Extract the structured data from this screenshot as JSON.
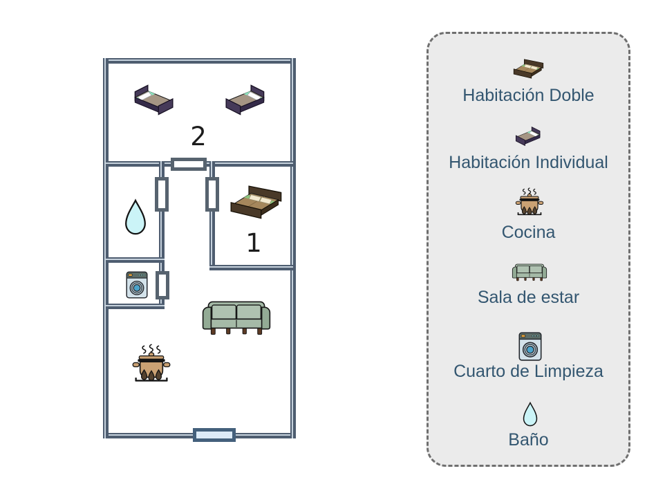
{
  "legend": {
    "items": [
      {
        "id": "habitacion-doble",
        "label": "Habitación Doble"
      },
      {
        "id": "habitacion-individual",
        "label": "Habitación Individual"
      },
      {
        "id": "cocina",
        "label": "Cocina"
      },
      {
        "id": "sala-de-estar",
        "label": "Sala de estar"
      },
      {
        "id": "cuarto-de-limpieza",
        "label": "Cuarto de Limpieza"
      },
      {
        "id": "bano",
        "label": "Baño"
      }
    ]
  },
  "floorplan": {
    "rooms": [
      {
        "id": "habitacion-doble",
        "number": "2"
      },
      {
        "id": "habitacion-individual",
        "number": "1"
      }
    ]
  },
  "colors": {
    "wall": "#4e5d70",
    "wall-light": "#c6d2dd",
    "door-border": "#57636f",
    "entrance-fill": "#ddebf8",
    "entrance-border": "#44607c",
    "legend-bg": "#ebebeb",
    "legend-border": "#6f6f6f",
    "label-text": "#335670",
    "number-text": "#1c1c1c"
  }
}
